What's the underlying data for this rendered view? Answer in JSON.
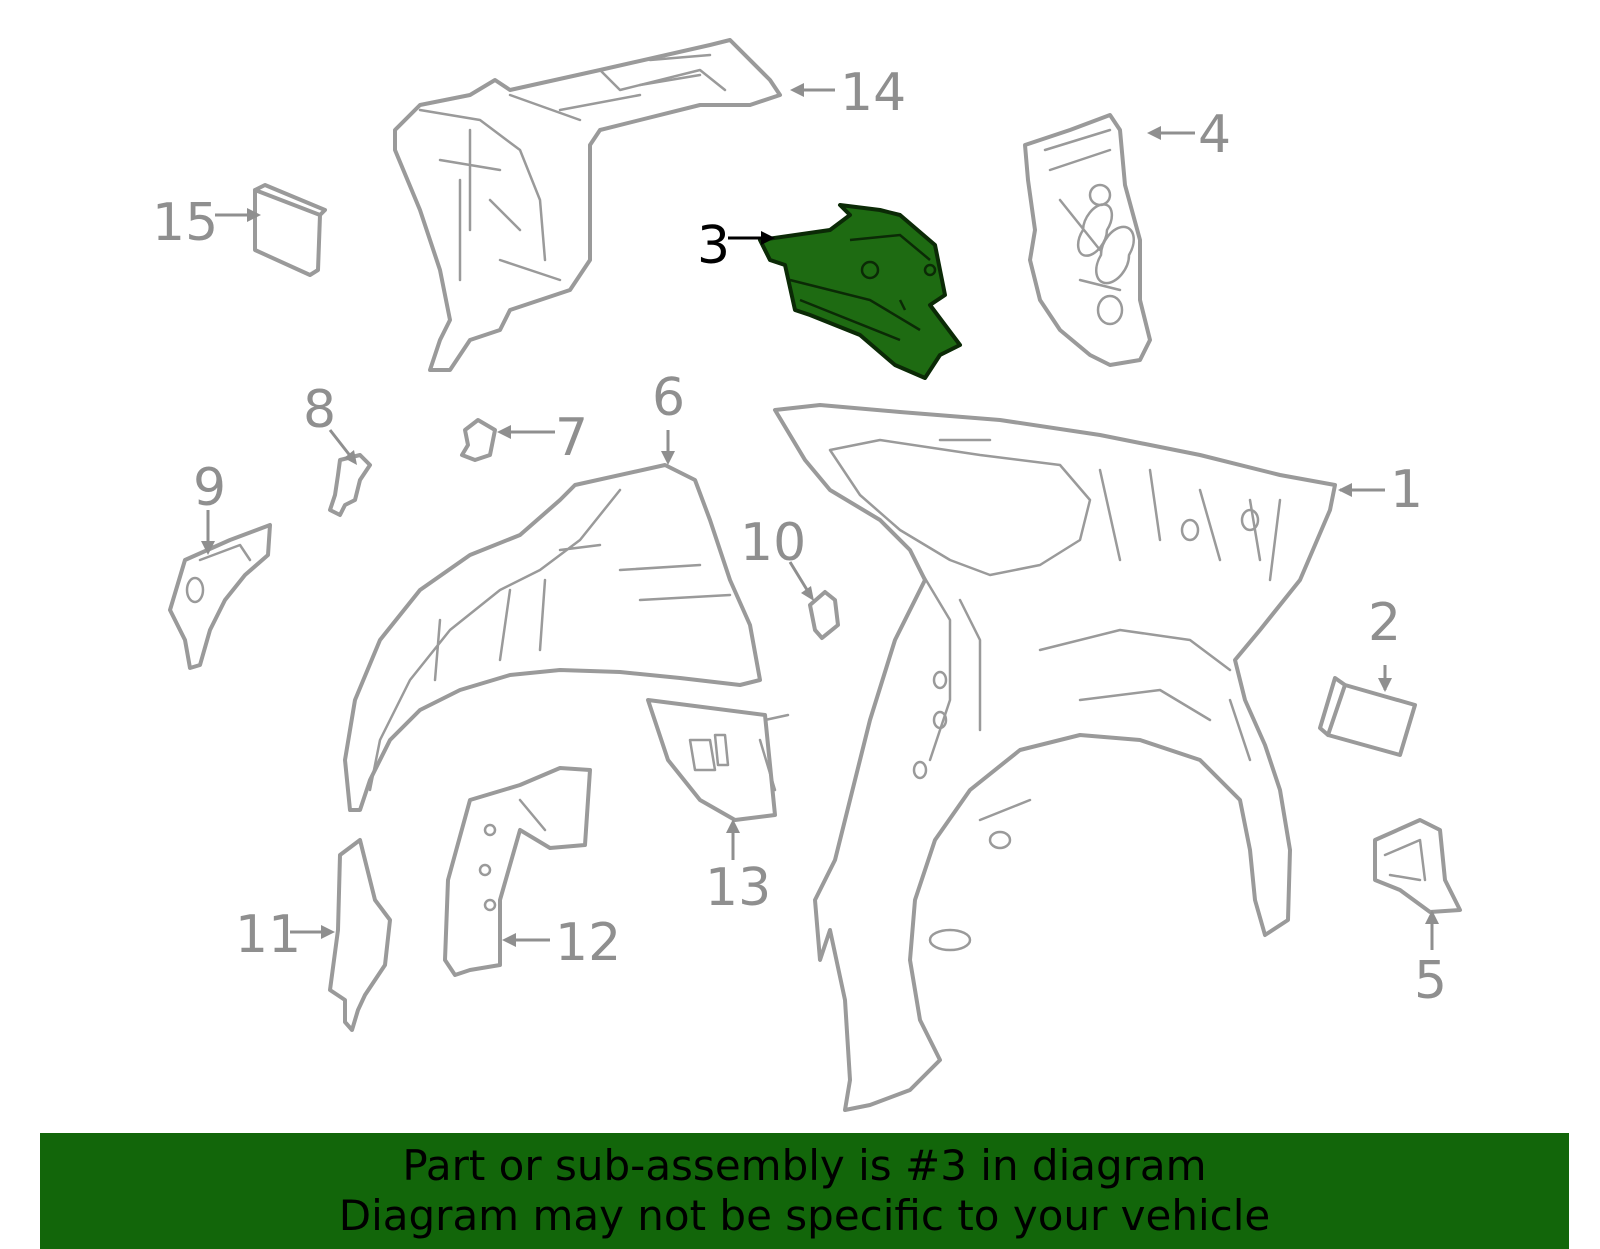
{
  "callouts": [
    {
      "id": "1",
      "text": "1",
      "highlighted": false
    },
    {
      "id": "2",
      "text": "2",
      "highlighted": false
    },
    {
      "id": "3",
      "text": "3",
      "highlighted": true
    },
    {
      "id": "4",
      "text": "4",
      "highlighted": false
    },
    {
      "id": "5",
      "text": "5",
      "highlighted": false
    },
    {
      "id": "6",
      "text": "6",
      "highlighted": false
    },
    {
      "id": "7",
      "text": "7",
      "highlighted": false
    },
    {
      "id": "8",
      "text": "8",
      "highlighted": false
    },
    {
      "id": "9",
      "text": "9",
      "highlighted": false
    },
    {
      "id": "10",
      "text": "10",
      "highlighted": false
    },
    {
      "id": "11",
      "text": "11",
      "highlighted": false
    },
    {
      "id": "12",
      "text": "12",
      "highlighted": false
    },
    {
      "id": "13",
      "text": "13",
      "highlighted": false
    },
    {
      "id": "14",
      "text": "14",
      "highlighted": false
    },
    {
      "id": "15",
      "text": "15",
      "highlighted": false
    }
  ],
  "banner": {
    "line1": "Part or sub-assembly is #3 in diagram",
    "line2": "Diagram may not be specific to your vehicle"
  },
  "colors": {
    "highlight_fill": "#1e6b12",
    "line_gray": "#9a9a9a",
    "banner_bg": "#12660a"
  }
}
